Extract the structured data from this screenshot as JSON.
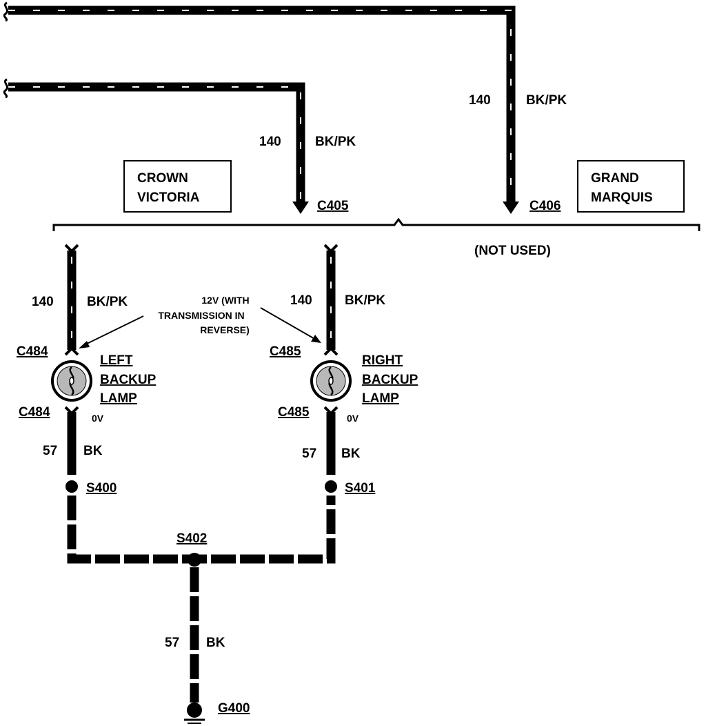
{
  "colors": {
    "wire": "#000000",
    "background": "#ffffff",
    "bulb_fill": "#b8b8b8"
  },
  "wires": {
    "top_right": {
      "circuit": "140",
      "color_code": "BK/PK"
    },
    "top_left": {
      "circuit": "140",
      "color_code": "BK/PK"
    },
    "left_lamp_feed": {
      "circuit": "140",
      "color_code": "BK/PK"
    },
    "right_lamp_feed": {
      "circuit": "140",
      "color_code": "BK/PK"
    },
    "left_lamp_ground": {
      "circuit": "57",
      "color_code": "BK"
    },
    "right_lamp_ground": {
      "circuit": "57",
      "color_code": "BK"
    },
    "main_ground": {
      "circuit": "57",
      "color_code": "BK"
    }
  },
  "boxes": {
    "crown_victoria": {
      "line1": "CROWN",
      "line2": "VICTORIA"
    },
    "grand_marquis": {
      "line1": "GRAND",
      "line2": "MARQUIS"
    }
  },
  "connectors": {
    "c405": "C405",
    "c406": "C406",
    "c484_top": "C484",
    "c484_bottom": "C484",
    "c485_top": "C485",
    "c485_bottom": "C485"
  },
  "not_used": "(NOT USED)",
  "voltage_note": {
    "line1": "12V (WITH",
    "line2": "TRANSMISSION IN",
    "line3": "REVERSE)"
  },
  "lamps": {
    "left": {
      "line1": "LEFT",
      "line2": "BACKUP",
      "line3": "LAMP",
      "voltage": "0V"
    },
    "right": {
      "line1": "RIGHT",
      "line2": "BACKUP",
      "line3": "LAMP",
      "voltage": "0V"
    }
  },
  "splices": {
    "s400": "S400",
    "s401": "S401",
    "s402": "S402"
  },
  "ground": {
    "g400": "G400"
  }
}
